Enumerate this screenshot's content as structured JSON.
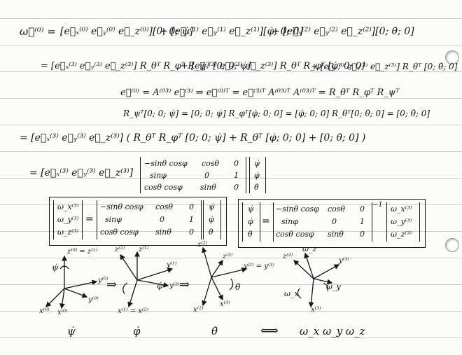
{
  "paper_background": "#fbfbf8",
  "ink_color": "#15151a",
  "rule_color": "#c9ccd6",
  "line1": {
    "lhs": "ω⃗⁽⁰⁾ =",
    "t1": "[e⃗ₓ⁽⁰⁾ e⃗ᵧ⁽⁰⁾ e⃗_z⁽⁰⁾][0; 0; ψ̇]",
    "t2": "+ [e⃗ₓ⁽¹⁾ e⃗ᵧ⁽¹⁾ e⃗_z⁽¹⁾][φ̇; 0; 0]",
    "t3": "+ [e⃗ₓ⁽²⁾ e⃗ᵧ⁽²⁾ e⃗_z⁽²⁾][0; θ̇; 0]"
  },
  "line2": {
    "t1": "= [e⃗ₓ⁽³⁾ e⃗ᵧ⁽³⁾ e⃗_z⁽³⁾] R_θᵀ R_φᵀ R_ψᵀ [0; 0; ψ̇]",
    "t2": "+ [e⃗ₓ⁽³⁾ e⃗ᵧ⁽³⁾ e⃗_z⁽³⁾] R_θᵀ R_φᵀ [φ̇; 0; 0]",
    "t3": "+ [e⃗ₓ⁽³⁾ e⃗ᵧ⁽³⁾ e⃗_z⁽³⁾] R_θᵀ [0; θ̇; 0]"
  },
  "line3": "e⃗⁽⁰⁾ = A⁽⁰³⁾ e⃗⁽³⁾ ⇒ e⃗⁽⁰⁾ᵀ = e⃗⁽³⁾ᵀ A⁽⁰³⁾ᵀ     A⁽⁰³⁾ᵀ = R_θᵀ R_φᵀ R_ψᵀ",
  "line4": "R_ψᵀ[0; 0; ψ̇] = [0; 0; ψ̇]    R_φᵀ[φ̇; 0; 0] = [φ̇; 0; 0]    R_θᵀ[0; θ̇; 0] = [0; θ̇; 0]",
  "line5": "= [e⃗ₓ⁽³⁾ e⃗ᵧ⁽³⁾ e⃗_z⁽³⁾] ( R_θᵀ R_φᵀ [0; 0; ψ̇] + R_θᵀ [φ̇; 0; 0] + [0; θ̇; 0] )",
  "line6": {
    "lhs": "= [e⃗ₓ⁽³⁾ e⃗ᵧ⁽³⁾ e⃗_z⁽³⁾]",
    "matrix": [
      [
        "−sinθ cosφ",
        "cosθ",
        "0"
      ],
      [
        "sinφ",
        "0",
        "1"
      ],
      [
        "cosθ cosφ",
        "sinθ",
        "0"
      ]
    ],
    "vector": [
      "ψ̇",
      "φ̇",
      "θ̇"
    ]
  },
  "box_left": {
    "lhs": [
      "ω_x⁽³⁾",
      "ω_y⁽³⁾",
      "ω_z⁽³⁾"
    ],
    "matrix": [
      [
        "−sinθ cosφ",
        "cosθ",
        "0"
      ],
      [
        "sinφ",
        "0",
        "1"
      ],
      [
        "cosθ cosφ",
        "sinθ",
        "0"
      ]
    ],
    "vector": [
      "ψ̇",
      "φ̇",
      "θ̇"
    ]
  },
  "box_right": {
    "lhs": [
      "ψ̇",
      "φ̇",
      "θ̇"
    ],
    "matrix": [
      [
        "−sinθ cosφ",
        "cosθ",
        "0"
      ],
      [
        "sinφ",
        "0",
        "1"
      ],
      [
        "cosθ cosφ",
        "sinθ",
        "0"
      ]
    ],
    "inverse": "−1",
    "vector": [
      "ω_x⁽³⁾",
      "ω_y⁽³⁾",
      "ω_z⁽³⁾"
    ]
  },
  "sketch": {
    "frame1": {
      "top": "z⁽⁰⁾ = z⁽¹⁾",
      "y": "y⁽⁰⁾",
      "x": "x⁽⁰⁾",
      "y_tilde": "y⁽⁰⁾",
      "x_tilde": "x⁽⁰⁾",
      "rate": "ψ̇"
    },
    "frame2": {
      "top": "z⁽²⁾",
      "top2": "z⁽¹⁾",
      "y": "y⁽¹⁾",
      "y2": "y⁽²⁾",
      "x": "x⁽¹⁾ = x⁽²⁾",
      "rate": "φ̇"
    },
    "frame3": {
      "top": "z⁽²⁾",
      "top2": "z⁽³⁾",
      "y": "y⁽²⁾ = y⁽³⁾",
      "x": "x⁽²⁾",
      "x2": "x⁽³⁾",
      "rate": "θ̇"
    },
    "frame4": {
      "z": "z⁽³⁾",
      "wz": "ω_z",
      "y": "y⁽³⁾",
      "wy": "ω_y",
      "wx": "ω_x",
      "x": "x⁽³⁾"
    },
    "arrow1": "⇒",
    "arrow2": "⇒",
    "captions": {
      "psi": "ψ̇",
      "phi": "φ̇",
      "theta": "θ̇",
      "equiv": "⟺",
      "omega": "ω_x ω_y ω_z"
    }
  }
}
